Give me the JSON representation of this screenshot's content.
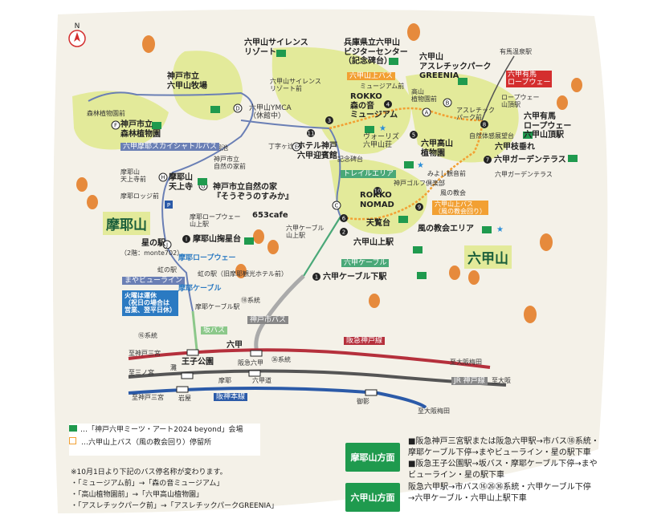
{
  "compass": "N",
  "areas": {
    "maya": "摩耶山",
    "rokko": "六甲山"
  },
  "spots": [
    {
      "id": "rokko-silence",
      "label": "六甲山サイレンス\nリゾート"
    },
    {
      "id": "visitor-center",
      "label": "兵庫県立六甲山\nビジターセンター\n（記念碑台）"
    },
    {
      "id": "greenia",
      "label": "六甲山\nアスレチックパーク\nGREENIA"
    },
    {
      "id": "arima-onsen",
      "label": "有馬温泉駅"
    },
    {
      "id": "ropeway-label",
      "label": "六甲有馬\nロープウェー"
    },
    {
      "id": "ropeway-sancho",
      "label": "ロープウェー\n山頂駅"
    },
    {
      "id": "arima-sancho",
      "label": "六甲有馬\nロープウェー\n六甲山頂駅"
    },
    {
      "id": "edatare",
      "label": "六甲枝垂れ"
    },
    {
      "id": "garden-terrace",
      "label": "六甲ガーデンテラス"
    },
    {
      "id": "garden-terrace-small",
      "label": "六甲ガーデンテラス"
    },
    {
      "id": "shizen-taikan",
      "label": "自然体感展望台"
    },
    {
      "id": "bokujo",
      "label": "神戸市立\n六甲山牧場"
    },
    {
      "id": "shinrin",
      "label": "神戸市立\n森林植物園"
    },
    {
      "id": "shinrin-mae",
      "label": "森林植物園前"
    },
    {
      "id": "ymca",
      "label": "六甲山YMCA\n（休館中）"
    },
    {
      "id": "silence-mae",
      "label": "六甲山サイレンス\nリゾート前"
    },
    {
      "id": "museum-mae",
      "label": "ミュージアム前"
    },
    {
      "id": "mori-museum",
      "label": "ROKKO\n森の音\nミュージアム"
    },
    {
      "id": "koko-shokubutsu",
      "label": "六甲高山\n植物園"
    },
    {
      "id": "koko-mae",
      "label": "高山\n植物園前"
    },
    {
      "id": "athletic-mae",
      "label": "アスレチック\nパーク前"
    },
    {
      "id": "vories",
      "label": "ヴォーリズ\n六甲山荘"
    },
    {
      "id": "kinenhi",
      "label": "記念碑台"
    },
    {
      "id": "trail",
      "label": "トレイルエリア"
    },
    {
      "id": "golf",
      "label": "神戸ゴルフ倶楽部"
    },
    {
      "id": "miyoshi",
      "label": "みよし観音前"
    },
    {
      "id": "kaze-mae",
      "label": "風の教会"
    },
    {
      "id": "rokko-nomad",
      "label": "ROKKO\nNOMAD"
    },
    {
      "id": "tenrandai",
      "label": "天覧台"
    },
    {
      "id": "sanjo",
      "label": "六甲山上駅"
    },
    {
      "id": "kaze-kyokai",
      "label": "風の教会エリア"
    },
    {
      "id": "cable-shita",
      "label": "六甲ケーブル下駅"
    },
    {
      "id": "cable-label",
      "label": "六甲ケーブル"
    },
    {
      "id": "cafe653",
      "label": "653cafe"
    },
    {
      "id": "cable-sanjo-small",
      "label": "六甲ケーブル\n山上駅"
    },
    {
      "id": "hotel",
      "label": "ホテル神戸\n六甲迎賓館"
    },
    {
      "id": "shizen-house",
      "label": "神戸市立自然の家\n『そうぞうのすみか』"
    },
    {
      "id": "shizen-mae",
      "label": "神戸市立\n自然の家前"
    },
    {
      "id": "sangoku",
      "label": "三国池"
    },
    {
      "id": "chojugatani",
      "label": "丁字ヶ辻"
    },
    {
      "id": "tenjoji",
      "label": "摩耶山\n天上寺"
    },
    {
      "id": "tenjoji-small",
      "label": "摩耶山\n天上寺前"
    },
    {
      "id": "maya-lodge",
      "label": "摩耶ロッジ前"
    },
    {
      "id": "maya-ropeway-sanjo",
      "label": "摩耶ロープウェー\n山上駅"
    },
    {
      "id": "kikuseidai",
      "label": "摩耶山掬星台"
    },
    {
      "id": "hoshi-eki",
      "label": "星の駅"
    },
    {
      "id": "hoshi-eki-sub",
      "label": "（2階：monte702）"
    },
    {
      "id": "maya-ropeway",
      "label": "摩耶ロープウェー"
    },
    {
      "id": "niji-eki",
      "label": "虹の駅"
    },
    {
      "id": "niji-eki-sub",
      "label": "虹の駅（旧摩耶観光ホテル前）"
    },
    {
      "id": "maya-view-line",
      "label": "まやビューライン"
    },
    {
      "id": "maya-cable",
      "label": "摩耶ケーブル"
    },
    {
      "id": "maya-cable-shita",
      "label": "摩耶ケーブル駅"
    },
    {
      "id": "tuesday",
      "label": "火曜は運休\n（祝日の場合は\n営業、翌平日休）"
    },
    {
      "id": "shiyakaze",
      "label": "六甲摩耶スカイシャトルバス"
    },
    {
      "id": "bus-upper",
      "label": "六甲山上バス"
    },
    {
      "id": "bus-kaze",
      "label": "六甲山上バス\n（風の教会回り）"
    },
    {
      "id": "kobe-bus",
      "label": "神戸市バス"
    },
    {
      "id": "saka-bus",
      "label": "坂バス"
    },
    {
      "id": "route16",
      "label": "⑯系統"
    },
    {
      "id": "route18",
      "label": "⑱系統"
    },
    {
      "id": "route36",
      "label": "㊱系統"
    },
    {
      "id": "rokko",
      "label": "六甲"
    },
    {
      "id": "oji",
      "label": "王子公園"
    },
    {
      "id": "hankyu-kobe",
      "label": "阪急神戸線"
    },
    {
      "id": "jr-kobe",
      "label": "JR 神戸線"
    },
    {
      "id": "hanshin",
      "label": "阪神本線"
    },
    {
      "id": "shisaki-kobe-sannomiya-1",
      "label": "至神戸三宮"
    },
    {
      "id": "shisaki-sannomiya",
      "label": "至三ノ宮"
    },
    {
      "id": "shisaki-kobe-sannomiya-2",
      "label": "至神戸三宮"
    },
    {
      "id": "shisaki-osaka-umeda-1",
      "label": "至大阪梅田"
    },
    {
      "id": "shisaki-osaka",
      "label": "至大阪"
    },
    {
      "id": "shisaki-osaka-umeda-2",
      "label": "至大阪梅田"
    },
    {
      "id": "nada",
      "label": "灘"
    },
    {
      "id": "maya",
      "label": "摩耶"
    },
    {
      "id": "iwaya",
      "label": "岩屋"
    },
    {
      "id": "mikage",
      "label": "御影"
    },
    {
      "id": "rokkomichi",
      "label": "六甲道"
    },
    {
      "id": "hankyu-rokko",
      "label": "阪急六甲"
    }
  ],
  "stop_numbers": [
    "1",
    "2",
    "3",
    "4",
    "5",
    "6",
    "7",
    "8",
    "9",
    "10",
    "11",
    "A",
    "B",
    "C",
    "D",
    "E",
    "F",
    "G",
    "H",
    "I",
    "J",
    "P"
  ],
  "legend": {
    "art_venue": "…「神戸六甲ミーツ・アート2024 beyond」会場",
    "bus_stop": "…六甲山上バス（風の教会回り）停留所"
  },
  "routes": [
    {
      "button": "摩耶山方面",
      "desc": "■阪急神戸三宮駅または阪急六甲駅→市バス⑱系統・\n摩耶ケーブル下停→まやビューライン・星の駅下車\n■阪急王子公園駅→坂バス・摩耶ケーブル下停→まや\nビューライン・星の駅下車"
    },
    {
      "button": "六甲山方面",
      "desc": "阪急六甲駅→市バス⑯㉖㊱系統・六甲ケーブル下停\n→六甲ケーブル・六甲山上駅下車"
    }
  ],
  "notes": "※10月1日より下記のバス停名称が変わります。\n・「ミュージアム前」→「森の音ミュージアム」\n・「高山植物園前」→「六甲高山植物園」\n・「アスレチックパーク前」→「アスレチックパークGREENIA」",
  "colors": {
    "land": "#f4f1e8",
    "greenArea": "#e3ea9a",
    "bus": "#6a7fb5",
    "cable": "#4aa878",
    "upperBus": "#f2a033",
    "hankyu": "#b5303c",
    "jr": "#555555",
    "hanshin": "#2b5aa8",
    "orange": "#e47a3a",
    "red": "#d42e2e",
    "green": "#1f9a4e"
  }
}
